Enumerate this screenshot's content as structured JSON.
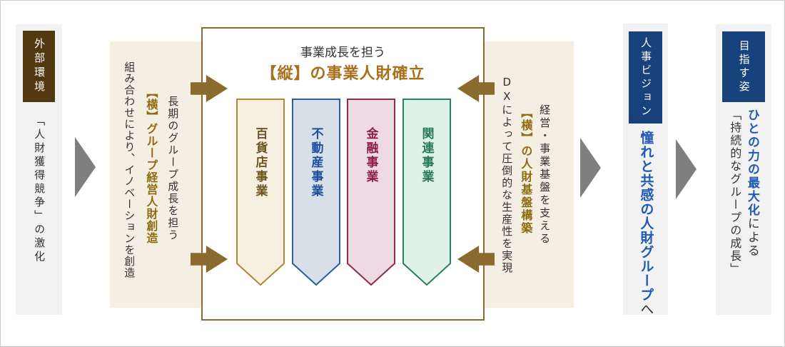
{
  "colors": {
    "navy": "#17427b",
    "dark_brown": "#52380e",
    "beige": "#f4eee3",
    "border_brown": "#8a6a30",
    "arrow_brown": "#8a6a2d",
    "arrow_gray": "#7f7f7f",
    "gold_text": "#8f6c12",
    "title_brown": "#a9701b",
    "blue_text": "#1f5ab4",
    "dark_text": "#333333",
    "column_bg": "#f2f2f2"
  },
  "left_column": {
    "header": "外部環境",
    "text": "「人財獲得競争」の激化"
  },
  "beige_panel": {
    "left_texts": [
      {
        "text": "長期のグループ成長を担う"
      },
      {
        "text": "【横】グループ経営人財創造"
      },
      {
        "text": "組み合わせにより、イノベーションを創造"
      }
    ],
    "right_texts": [
      {
        "text": "経営・事業基盤を支える"
      },
      {
        "text": "【横】の人財基盤構築"
      },
      {
        "text": "DXによって圧倒的な生産性を実現"
      }
    ]
  },
  "center_box": {
    "subtitle": "事業成長を担う",
    "title": "【縦】の事業人財確立",
    "banners": [
      {
        "label": "百貨店事業",
        "fill": "#f7f0e1",
        "border": "#b1853a",
        "text_color": "#6f5520"
      },
      {
        "label": "不動産事業",
        "fill": "#d7dfe9",
        "border": "#2d5da6",
        "text_color": "#1d4f9e"
      },
      {
        "label": "金融事業",
        "fill": "#eddae2",
        "border": "#93294e",
        "text_color": "#8e1f4b"
      },
      {
        "label": "関連事業",
        "fill": "#dff2e9",
        "border": "#27825f",
        "text_color": "#26795a"
      }
    ]
  },
  "hr_vision_column": {
    "header": "人事ビジョン",
    "text_main": "憧れと共感の人財グループ",
    "text_suffix": "へ"
  },
  "goal_column": {
    "header": "目指す姿",
    "text_highlight": "ひとの力の最大化",
    "text_suffix": "による",
    "text_secondary": "「持続的なグループの成長」"
  }
}
